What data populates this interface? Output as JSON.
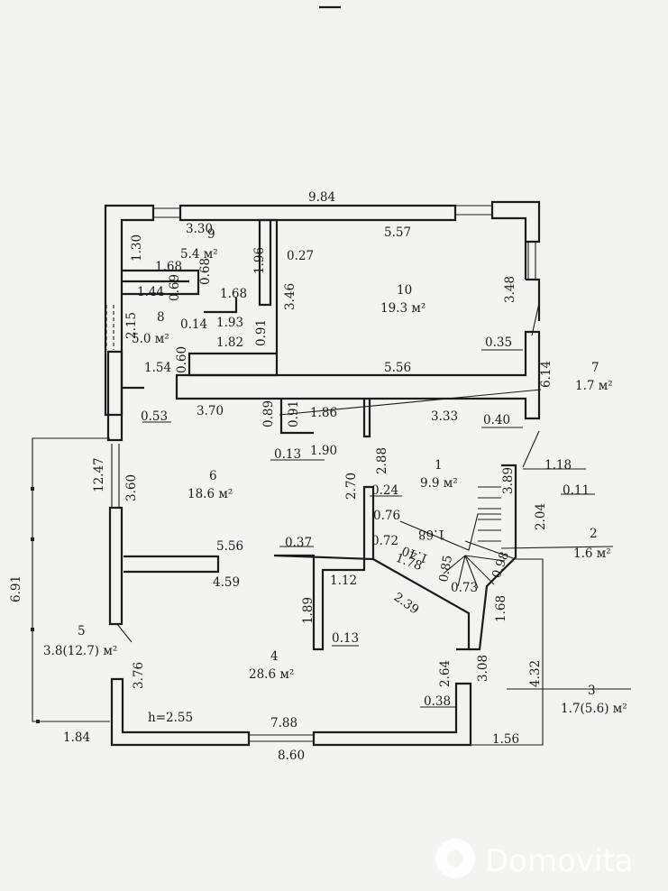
{
  "plan": {
    "height_note": "h=2.55",
    "rooms": [
      {
        "number": "1",
        "area": "9.9 м²"
      },
      {
        "number": "2",
        "area": "1.6 м²"
      },
      {
        "number": "3",
        "area": "1.7(5.6) м²"
      },
      {
        "number": "4",
        "area": "28.6 м²"
      },
      {
        "number": "5",
        "area": "3.8(12.7) м²"
      },
      {
        "number": "6",
        "area": "18.6 м²"
      },
      {
        "number": "7",
        "area": "1.7 м²"
      },
      {
        "number": "8",
        "area": "5.0 м²"
      },
      {
        "number": "9",
        "area": "5.4 м²"
      },
      {
        "number": "10",
        "area": "19.3 м²"
      }
    ],
    "dimensions": {
      "top_width": "9.84",
      "d_330": "3.30",
      "d_557": "5.57",
      "d_130": "1.30",
      "d_196": "1.96",
      "d_027": "0.27",
      "d_168a": "1.68",
      "d_068": "0.68",
      "d_144": "1.44",
      "d_069": "0.69",
      "d_168b": "1.68",
      "d_346": "3.46",
      "d_348": "3.48",
      "d_215": "2.15",
      "d_014": "0.14",
      "d_193": "1.93",
      "d_091a": "0.91",
      "d_060": "0.60",
      "d_182": "1.82",
      "d_035": "0.35",
      "d_614": "6.14",
      "d_154": "1.54",
      "d_556a": "5.56",
      "d_053": "0.53",
      "d_370": "3.70",
      "d_089": "0.89",
      "d_091b": "0.91",
      "d_186": "1.86",
      "d_333": "3.33",
      "d_040": "0.40",
      "d_013a": "0.13",
      "d_190": "1.90",
      "d_288": "2.88",
      "d_1247": "12.47",
      "d_360": "3.60",
      "d_270": "2.70",
      "d_024": "0.24",
      "d_389": "3.89",
      "d_118": "1.18",
      "d_011": "0.11",
      "d_076": "0.76",
      "d_168c": "1.68",
      "d_204": "2.04",
      "d_072": "0.72",
      "d_140": "1.40",
      "d_178": "1.78",
      "d_085": "0.85",
      "d_098": "0.98",
      "d_073": "0.73",
      "d_556b": "5.56",
      "d_037": "0.37",
      "d_459": "4.59",
      "d_112": "1.12",
      "d_239": "2.39",
      "d_168d": "1.68",
      "d_691": "6.91",
      "d_189": "1.89",
      "d_013b": "0.13",
      "d_376": "3.76",
      "d_264": "2.64",
      "d_308": "3.08",
      "d_432": "4.32",
      "d_038": "0.38",
      "d_788": "7.88",
      "d_184": "1.84",
      "d_156": "1.56",
      "d_860": "8.60"
    }
  },
  "watermark": {
    "brand": "Domovita"
  }
}
